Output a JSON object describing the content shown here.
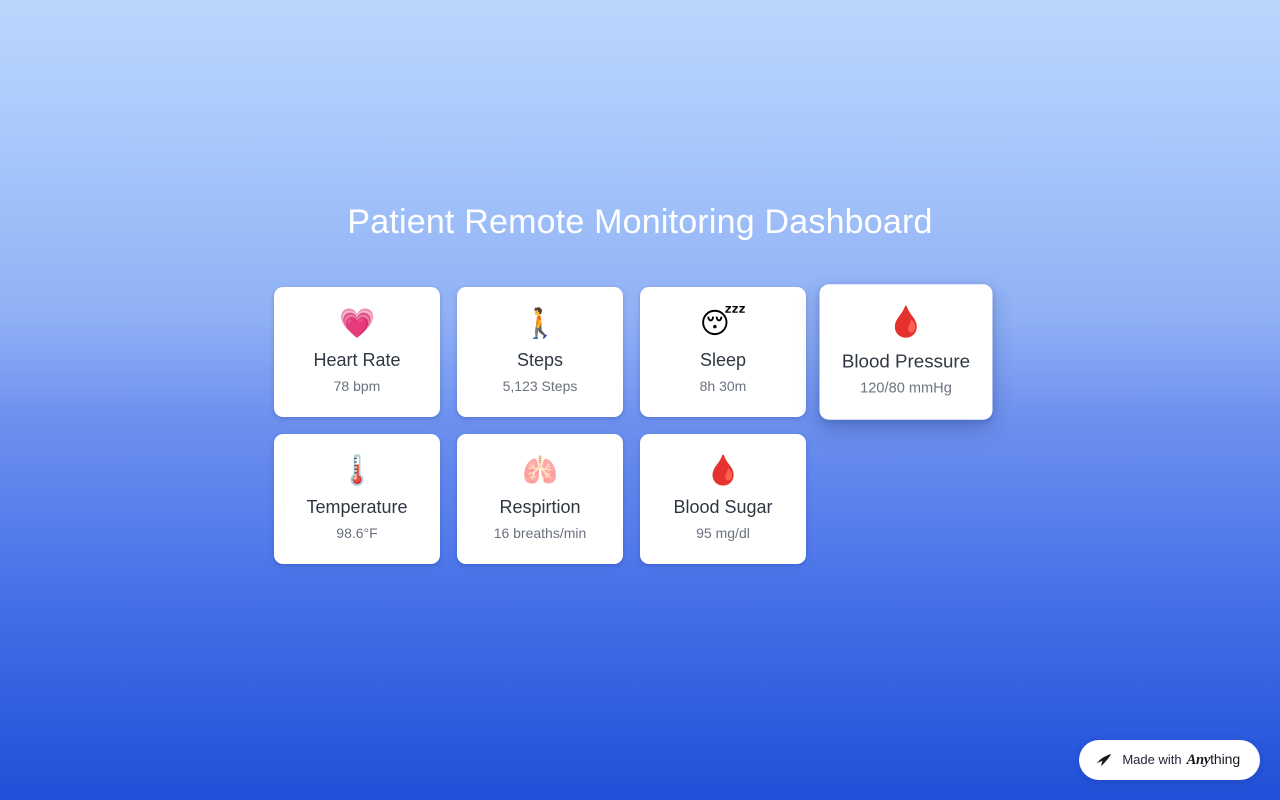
{
  "page": {
    "title": "Patient Remote Monitoring Dashboard",
    "background_top_color": "#bcd7fd",
    "background_bottom_color": "#2050d8",
    "title_color": "#ffffff",
    "card_background_color": "#ffffff",
    "label_color": "#2f3742",
    "value_color": "#6b7280"
  },
  "metrics": [
    {
      "icon": "💗",
      "icon_name": "growing-heart-icon",
      "label": "Heart Rate",
      "value": "78 bpm",
      "hovered": false
    },
    {
      "icon": "🚶",
      "icon_name": "walking-person-icon",
      "label": "Steps",
      "value": "5,123 Steps",
      "hovered": false
    },
    {
      "icon": "😴",
      "icon_name": "sleeping-face-icon",
      "label": "Sleep",
      "value": "8h 30m",
      "hovered": false
    },
    {
      "icon": "🩸",
      "icon_name": "blood-drop-icon",
      "label": "Blood Pressure",
      "value": "120/80 mmHg",
      "hovered": true
    },
    {
      "icon": "🌡️",
      "icon_name": "thermometer-icon",
      "label": "Temperature",
      "value": "98.6°F",
      "hovered": false
    },
    {
      "icon": "🫁",
      "icon_name": "lungs-icon",
      "label": "Respirtion",
      "value": "16 breaths/min",
      "hovered": false
    },
    {
      "icon": "🩸",
      "icon_name": "blood-drop-icon",
      "label": "Blood Sugar",
      "value": "95 mg/dl",
      "hovered": false
    }
  ],
  "badge": {
    "prefix": "Made with",
    "brand_first": "Any",
    "brand_second": "thing",
    "logo_name": "anything-arrow-logo"
  }
}
